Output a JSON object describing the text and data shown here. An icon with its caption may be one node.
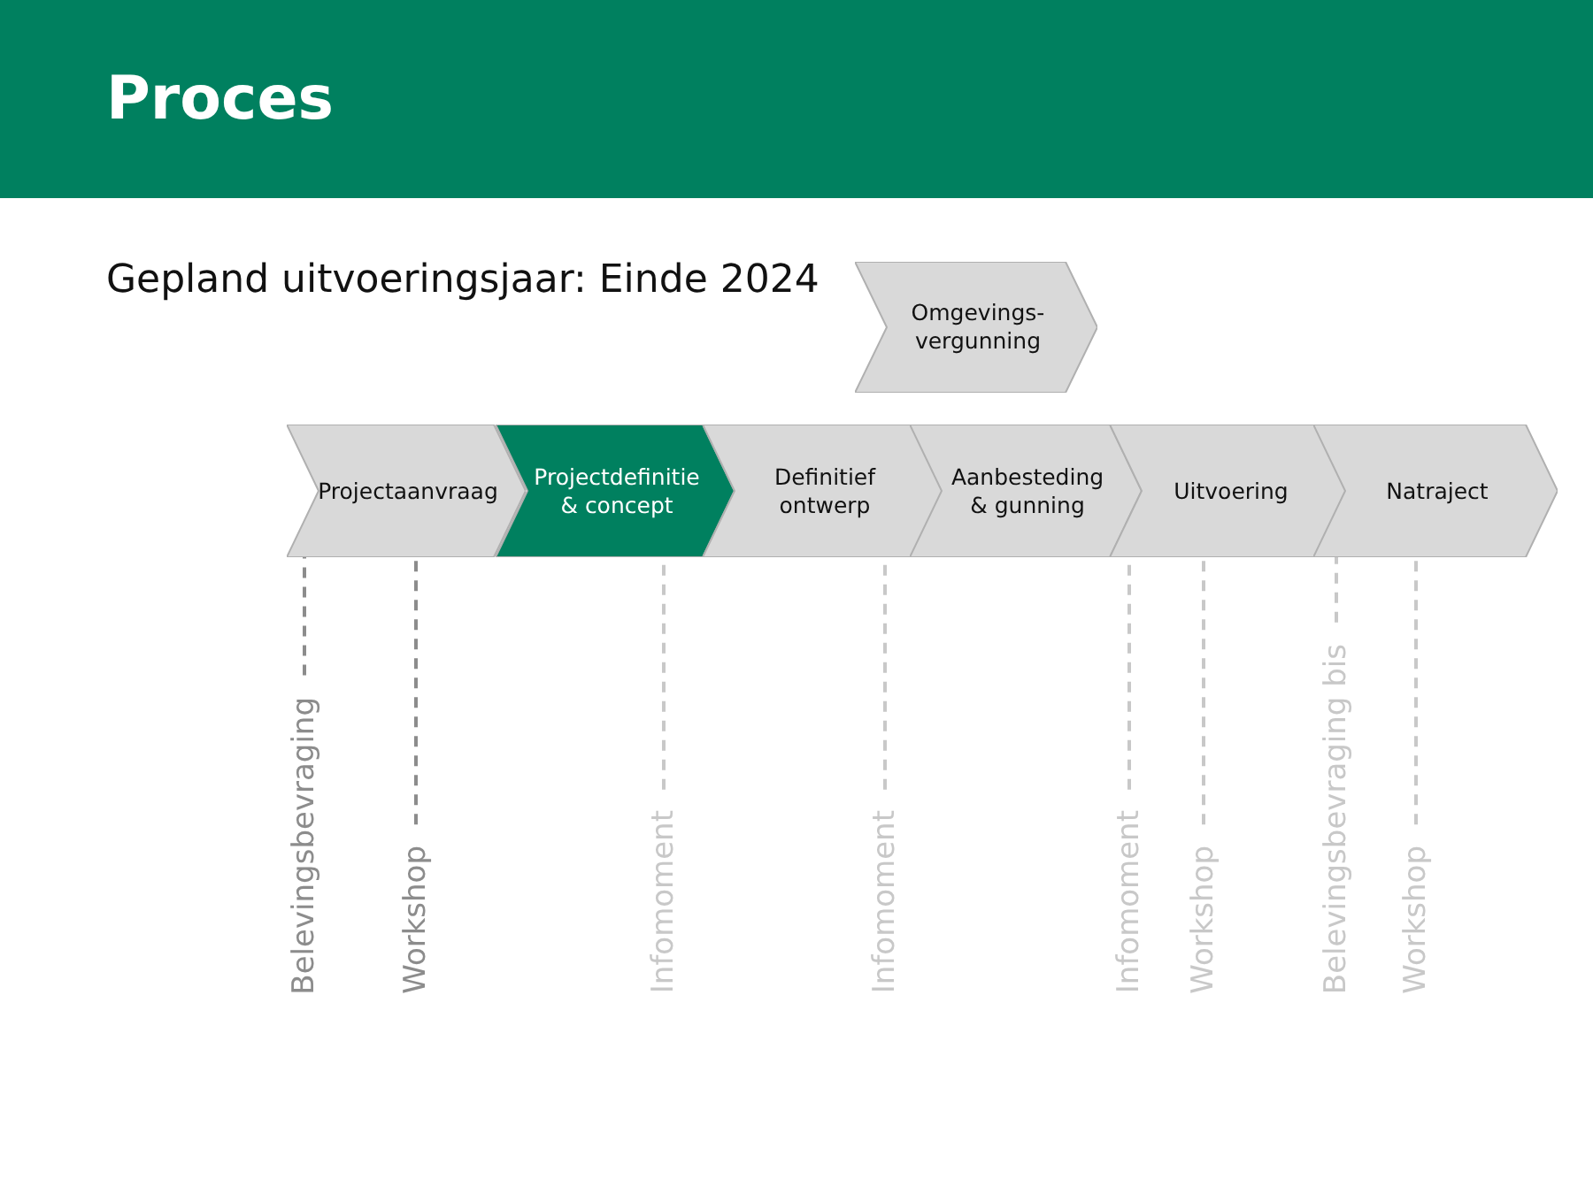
{
  "diagram": {
    "title": "Proces",
    "nodes": [
      {
        "text": [
          "Projectaanvraag"
        ]
      },
      {
        "text": [
          "Projectdefinitie & concept"
        ]
      },
      {
        "text": [
          "Definitief ontwerp"
        ]
      },
      {
        "text": [
          "Aanbesteding & gunning"
        ]
      },
      {
        "text": [
          "Uitvoering"
        ]
      },
      {
        "text": [
          "Natraject"
        ]
      },
      {
        "text": [
          "Omgevings-vergunning"
        ]
      },
      {
        "text": [
          "Belevingsbevraging"
        ]
      },
      {
        "text": [
          "Workshop"
        ]
      },
      {
        "text": [
          "Infomoment"
        ]
      },
      {
        "text": [
          "Infomoment"
        ]
      },
      {
        "text": [
          "Infomoment"
        ]
      },
      {
        "text": [
          "Workshop"
        ]
      },
      {
        "text": [
          "Belevingsbevraging bis"
        ]
      },
      {
        "text": [
          "Workshop"
        ]
      }
    ],
    "edges": [
      {
        "from": 7,
        "to": 0,
        "arrow": "none",
        "style": "dashed",
        "color": "#8c8c8c"
      },
      {
        "from": 8,
        "to": 0,
        "arrow": "none",
        "style": "dashed",
        "color": "#8c8c8c"
      },
      {
        "from": 9,
        "to": 1,
        "arrow": "none",
        "style": "dashed"
      },
      {
        "from": 10,
        "to": 2,
        "arrow": "none",
        "style": "dashed"
      },
      {
        "from": 11,
        "to": 4,
        "arrow": "none",
        "style": "dashed"
      },
      {
        "from": 12,
        "to": 4,
        "arrow": "none",
        "style": "dashed"
      },
      {
        "from": 13,
        "to": 5,
        "arrow": "none",
        "style": "dashed"
      },
      {
        "from": 14,
        "to": 5,
        "arrow": "none",
        "style": "dashed"
      }
    ],
    "labels": [
      "Gepland uitvoeringsjaar: Einde 2024"
    ]
  }
}
